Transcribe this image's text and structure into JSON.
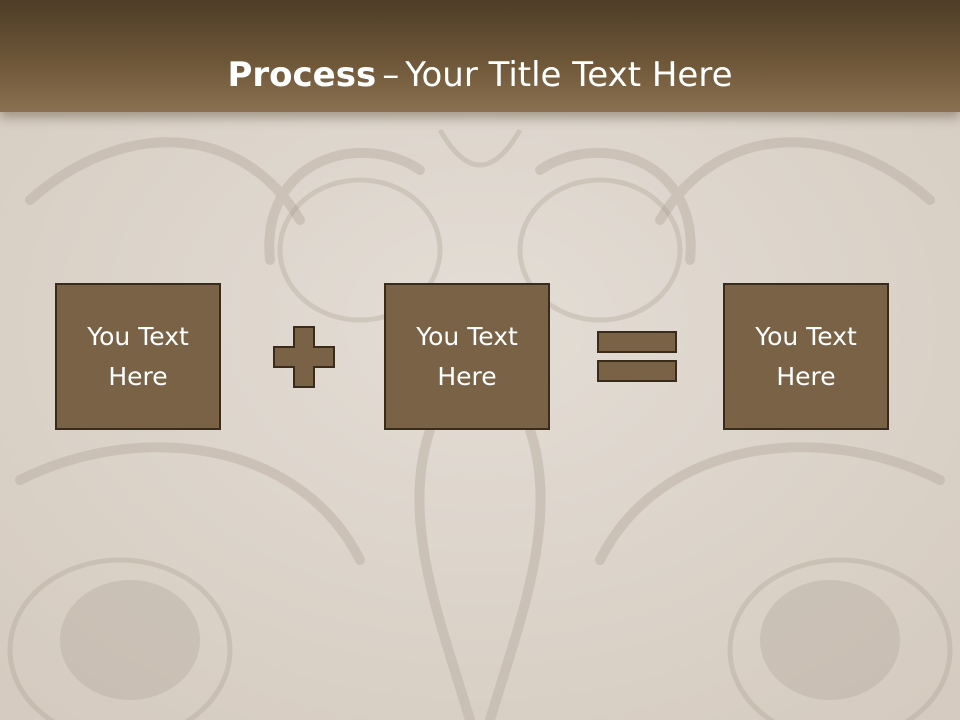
{
  "slide": {
    "title_bold": "Process",
    "title_separator": "–",
    "title_rest": "Your Title Text Here"
  },
  "process": {
    "boxes": [
      {
        "text": "You Text Here"
      },
      {
        "text": "You Text Here"
      },
      {
        "text": "You Text Here"
      }
    ],
    "operators": [
      "plus-icon",
      "equals-icon"
    ]
  },
  "colors": {
    "title_bar": "#5f4a30",
    "box_fill": "#7a6247",
    "box_border": "#3a2b1b",
    "background": "#d9d0c6"
  }
}
